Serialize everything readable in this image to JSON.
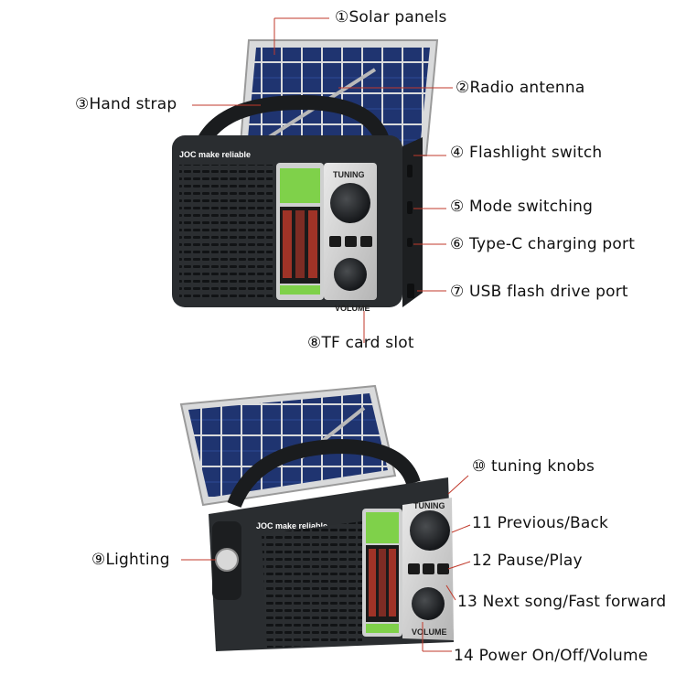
{
  "brand": "JOC make reliable",
  "panel": {
    "tuning": "TUNING",
    "volume": "VOLUME"
  },
  "top_labels": [
    "①Solar panels",
    "②Radio antenna",
    "③Hand strap",
    "④ Flashlight switch",
    "⑤ Mode switching",
    "⑥ Type-C charging port",
    "⑦ USB flash drive port",
    "⑧TF card slot"
  ],
  "bottom_labels": [
    "⑨Lighting",
    "⑩ tuning knobs",
    "11 Previous/Back",
    "12 Pause/Play",
    "13 Next song/Fast forward",
    "14 Power On/Off/Volume"
  ],
  "colors": {
    "body": "#2a2d30",
    "solar": "#1c2a5a",
    "display": "#7fd14a",
    "line": "#c0392b"
  }
}
